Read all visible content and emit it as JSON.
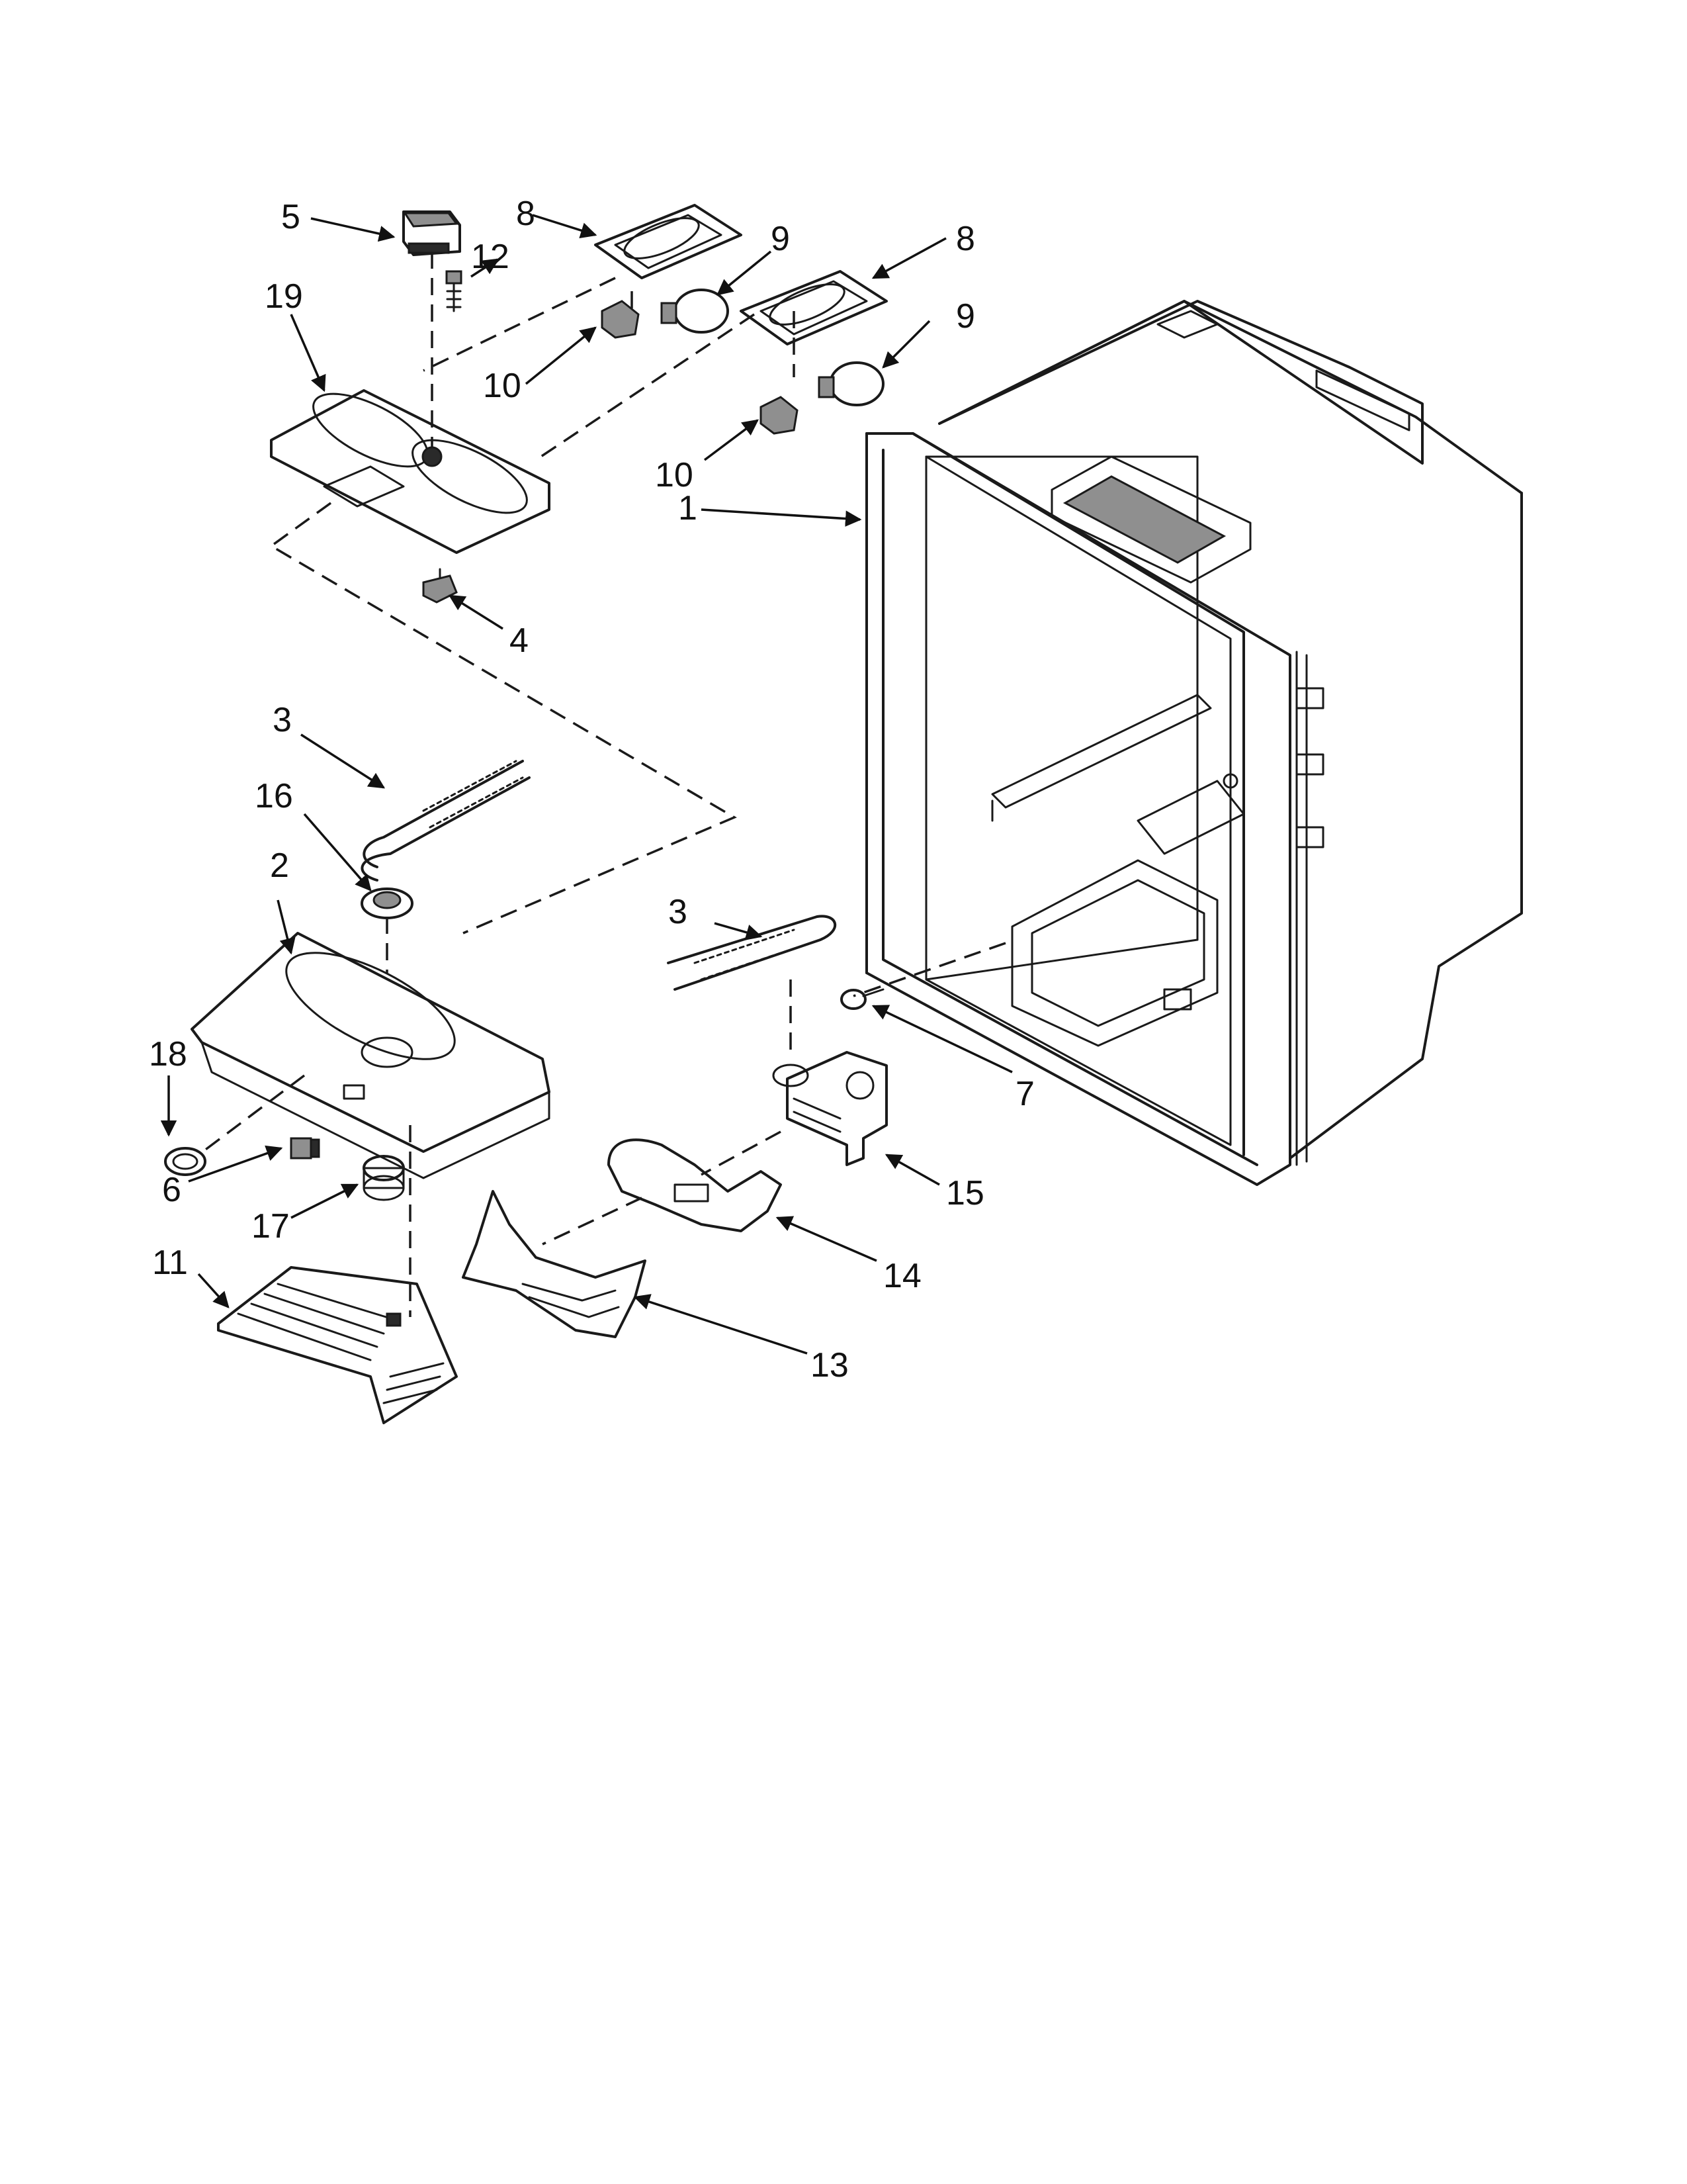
{
  "callouts": {
    "c1": "1",
    "c2": "2",
    "c3a": "3",
    "c3b": "3",
    "c4": "4",
    "c5": "5",
    "c6": "6",
    "c7": "7",
    "c8a": "8",
    "c8b": "8",
    "c9a": "9",
    "c9b": "9",
    "c10a": "10",
    "c10b": "10",
    "c11": "11",
    "c12": "12",
    "c13": "13",
    "c14": "14",
    "c15": "15",
    "c16": "16",
    "c17": "17",
    "c18": "18",
    "c19": "19"
  },
  "colors": {
    "line": "#1a1a1a",
    "background": "#ffffff",
    "shade": "#8f8f8f"
  }
}
